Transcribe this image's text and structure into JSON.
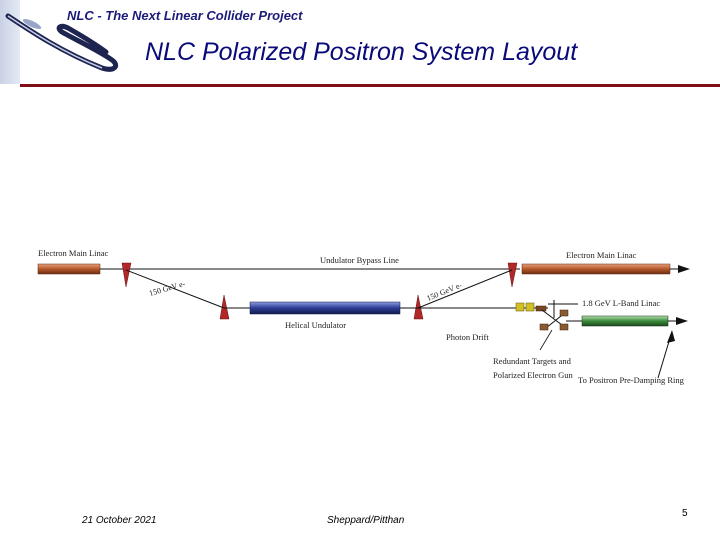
{
  "header": {
    "project_name": "NLC - The Next Linear Collider Project"
  },
  "slide": {
    "title": "NLC Polarized Positron System Layout"
  },
  "diagram": {
    "labels": {
      "electron_main_linac_left": "Electron Main Linac",
      "undulator_bypass_line": "Undulator Bypass Line",
      "electron_main_linac_right": "Electron Main Linac",
      "energy_150_left": "150 GeV e-",
      "energy_150_right": "150 GeV e-",
      "helical_undulator": "Helical Undulator",
      "photon_drift": "Photon Drift",
      "lband_linac": "1.8 GeV L-Band Linac",
      "targets_line1": "Redundant Targets and",
      "targets_line2": "Polarized Electron Gun",
      "damping_ring": "To Positron Pre-Damping Ring"
    },
    "colors": {
      "main_linac": "#b4582c",
      "undulator": "#2c3c94",
      "lband": "#3c8c3c",
      "magnet": "#b02828",
      "title_rule": "#7f0f14"
    }
  },
  "footer": {
    "date": "21 October 2021",
    "authors": "Sheppard/Pitthan",
    "page": "5"
  }
}
